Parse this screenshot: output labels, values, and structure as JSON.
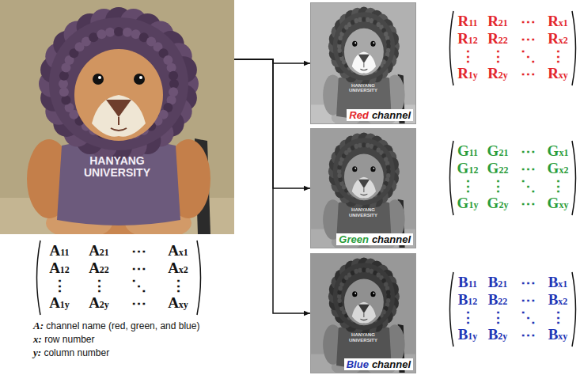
{
  "diagram": {
    "nodes": [
      {
        "text": [
          "HANYANG UNIVERSITY"
        ]
      },
      {
        "text": [
          "HANYANG UNIVERSITY",
          "Red",
          "channel"
        ]
      },
      {
        "text": [
          "HANYANG UNIVERSITY",
          "Green",
          "channel"
        ]
      },
      {
        "text": [
          "HANYANG UNIVERSITY",
          "Blue",
          "channel"
        ]
      }
    ],
    "edges": [
      {
        "from": 0,
        "to": 1,
        "arrow": "to"
      },
      {
        "from": 0,
        "to": 2,
        "arrow": "to"
      },
      {
        "from": 0,
        "to": 3,
        "arrow": "to"
      }
    ],
    "labels": [
      "A11",
      "A21",
      "⋯",
      "Ax1",
      "A12",
      "A22",
      "⋯",
      "Ax2",
      "⋮",
      "⋮",
      "⋱",
      "⋮",
      "A1y",
      "A2y",
      "⋯",
      "Axy",
      "A: channel name (red, green, and blue)",
      "x: row number",
      "y: column number",
      "R11",
      "R21",
      "⋯",
      "Rx1",
      "R12",
      "R22",
      "⋯",
      "Rx2",
      "⋮",
      "⋮",
      "⋱",
      "⋮",
      "R1y",
      "R2y",
      "⋯",
      "Rxy",
      "G11",
      "G21",
      "⋯",
      "Gx1",
      "G12",
      "G22",
      "⋯",
      "Gx2",
      "⋮",
      "⋮",
      "⋱",
      "⋮",
      "G1y",
      "G2y",
      "⋯",
      "Gxy",
      "B11",
      "B21",
      "⋯",
      "Bx1",
      "B12",
      "B22",
      "⋯",
      "Bx2",
      "⋮",
      "⋮",
      "⋱",
      "⋮",
      "B1y",
      "B2y",
      "⋯",
      "Bxy"
    ]
  }
}
